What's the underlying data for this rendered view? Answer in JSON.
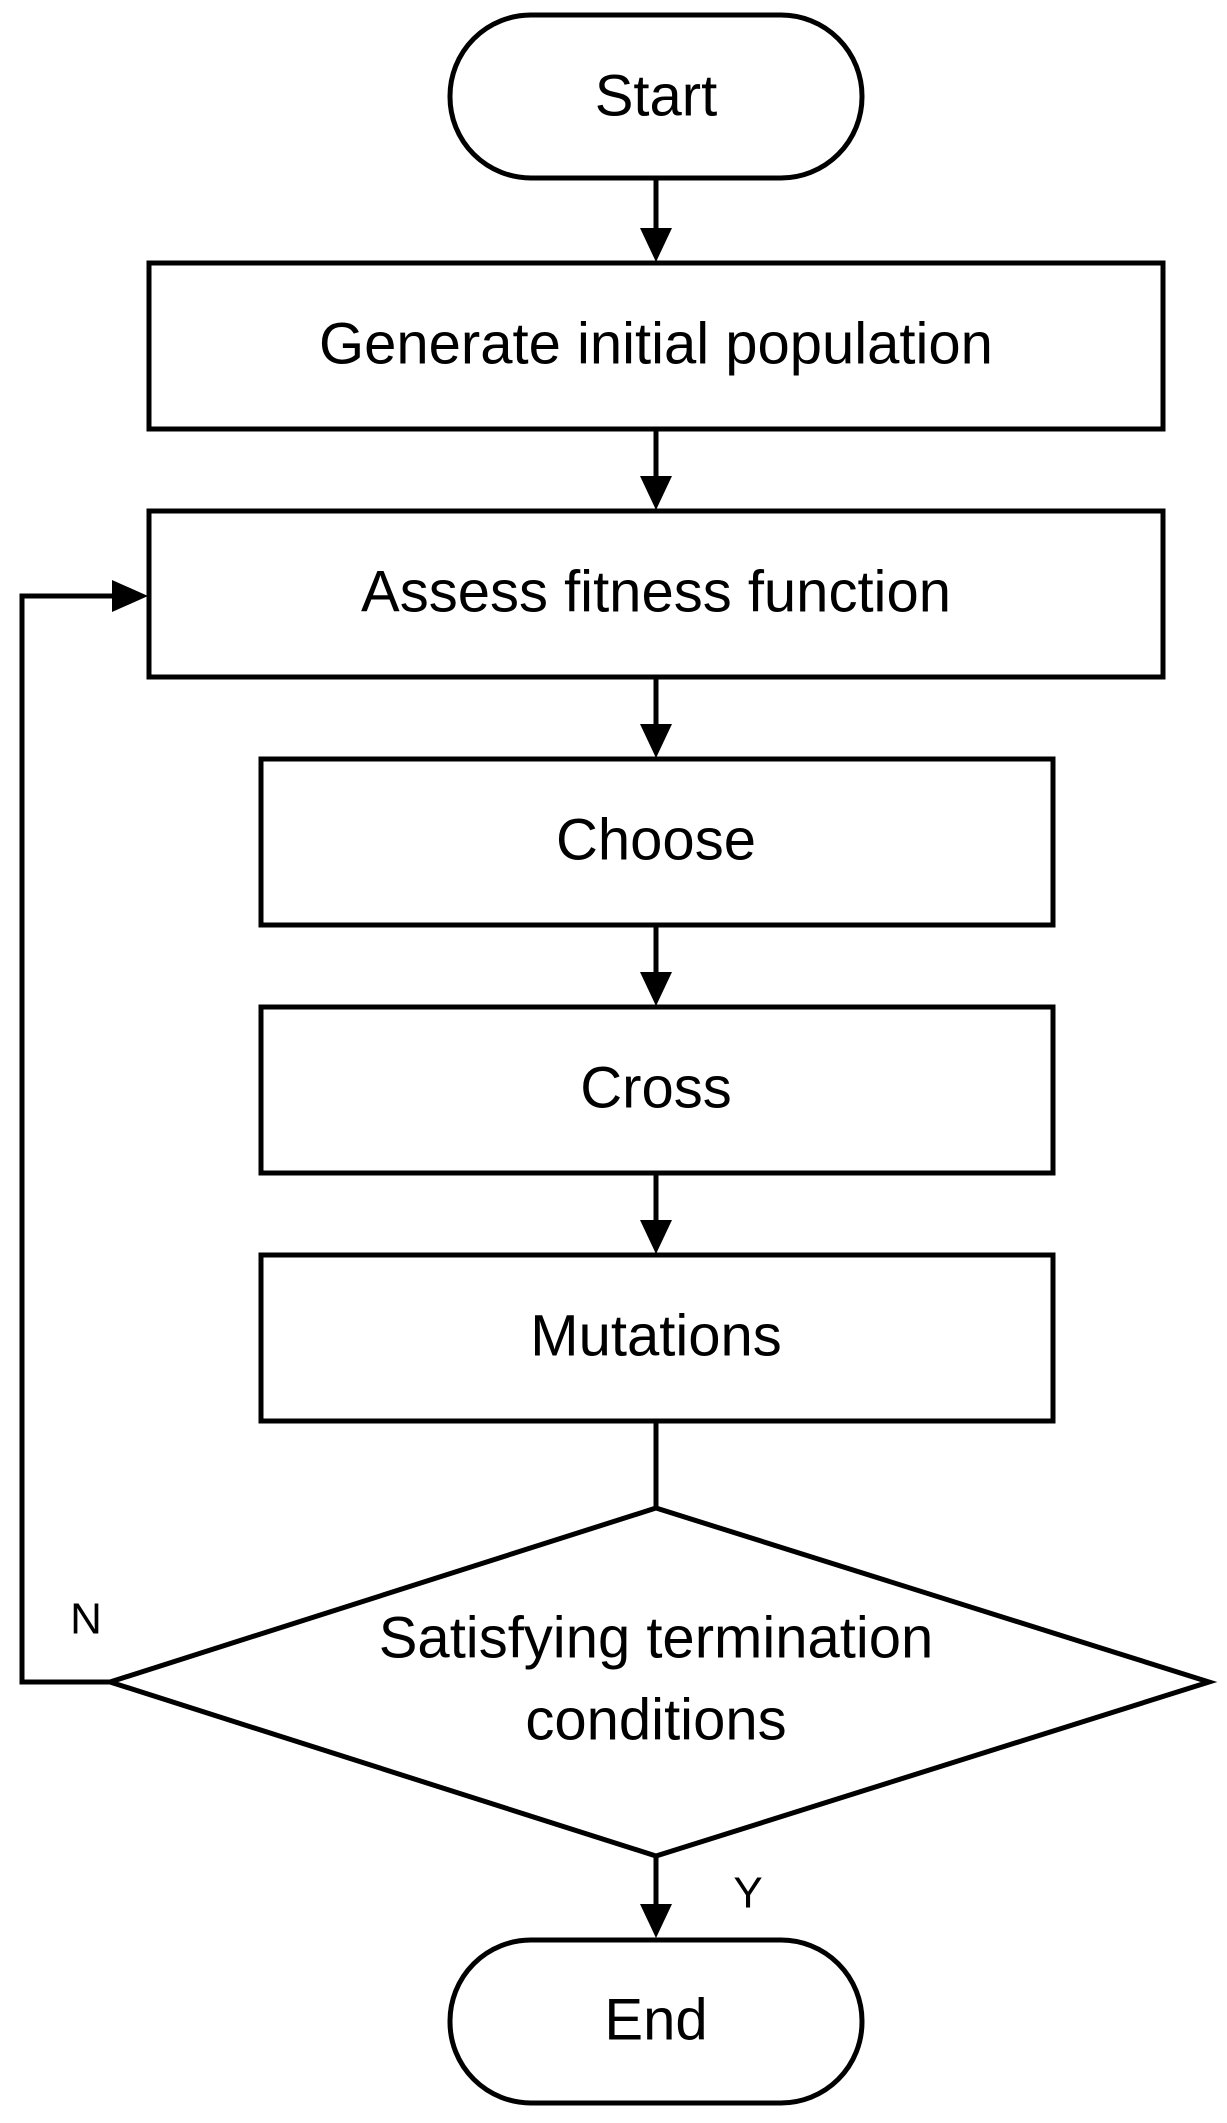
{
  "flowchart": {
    "start": "Start",
    "generate": "Generate initial population",
    "assess": "Assess fitness function",
    "choose": "Choose",
    "cross": "Cross",
    "mutations": "Mutations",
    "decision_line1": "Satisfying termination",
    "decision_line2": "conditions",
    "end": "End",
    "no_label": "N",
    "yes_label": "Y"
  },
  "colors": {
    "stroke": "#000000",
    "fill": "#ffffff",
    "text": "#000000"
  }
}
